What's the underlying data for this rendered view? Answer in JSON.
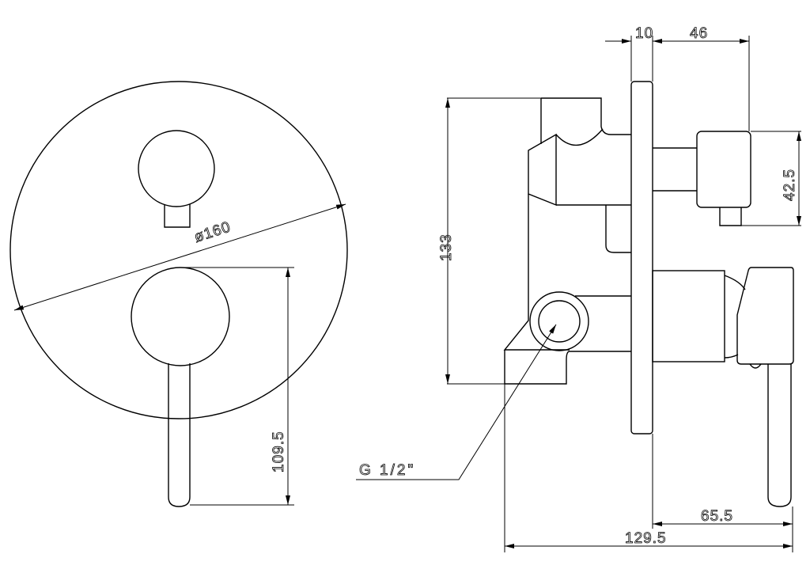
{
  "dimensions": {
    "plate_thickness": "10",
    "knob_offset": "46",
    "knob_height": "42.5",
    "body_height": "133",
    "diameter": "ø160",
    "lever_length": "109.5",
    "thread": "G 1/2\"",
    "lever_projection": "65.5",
    "total_depth": "129.5"
  }
}
